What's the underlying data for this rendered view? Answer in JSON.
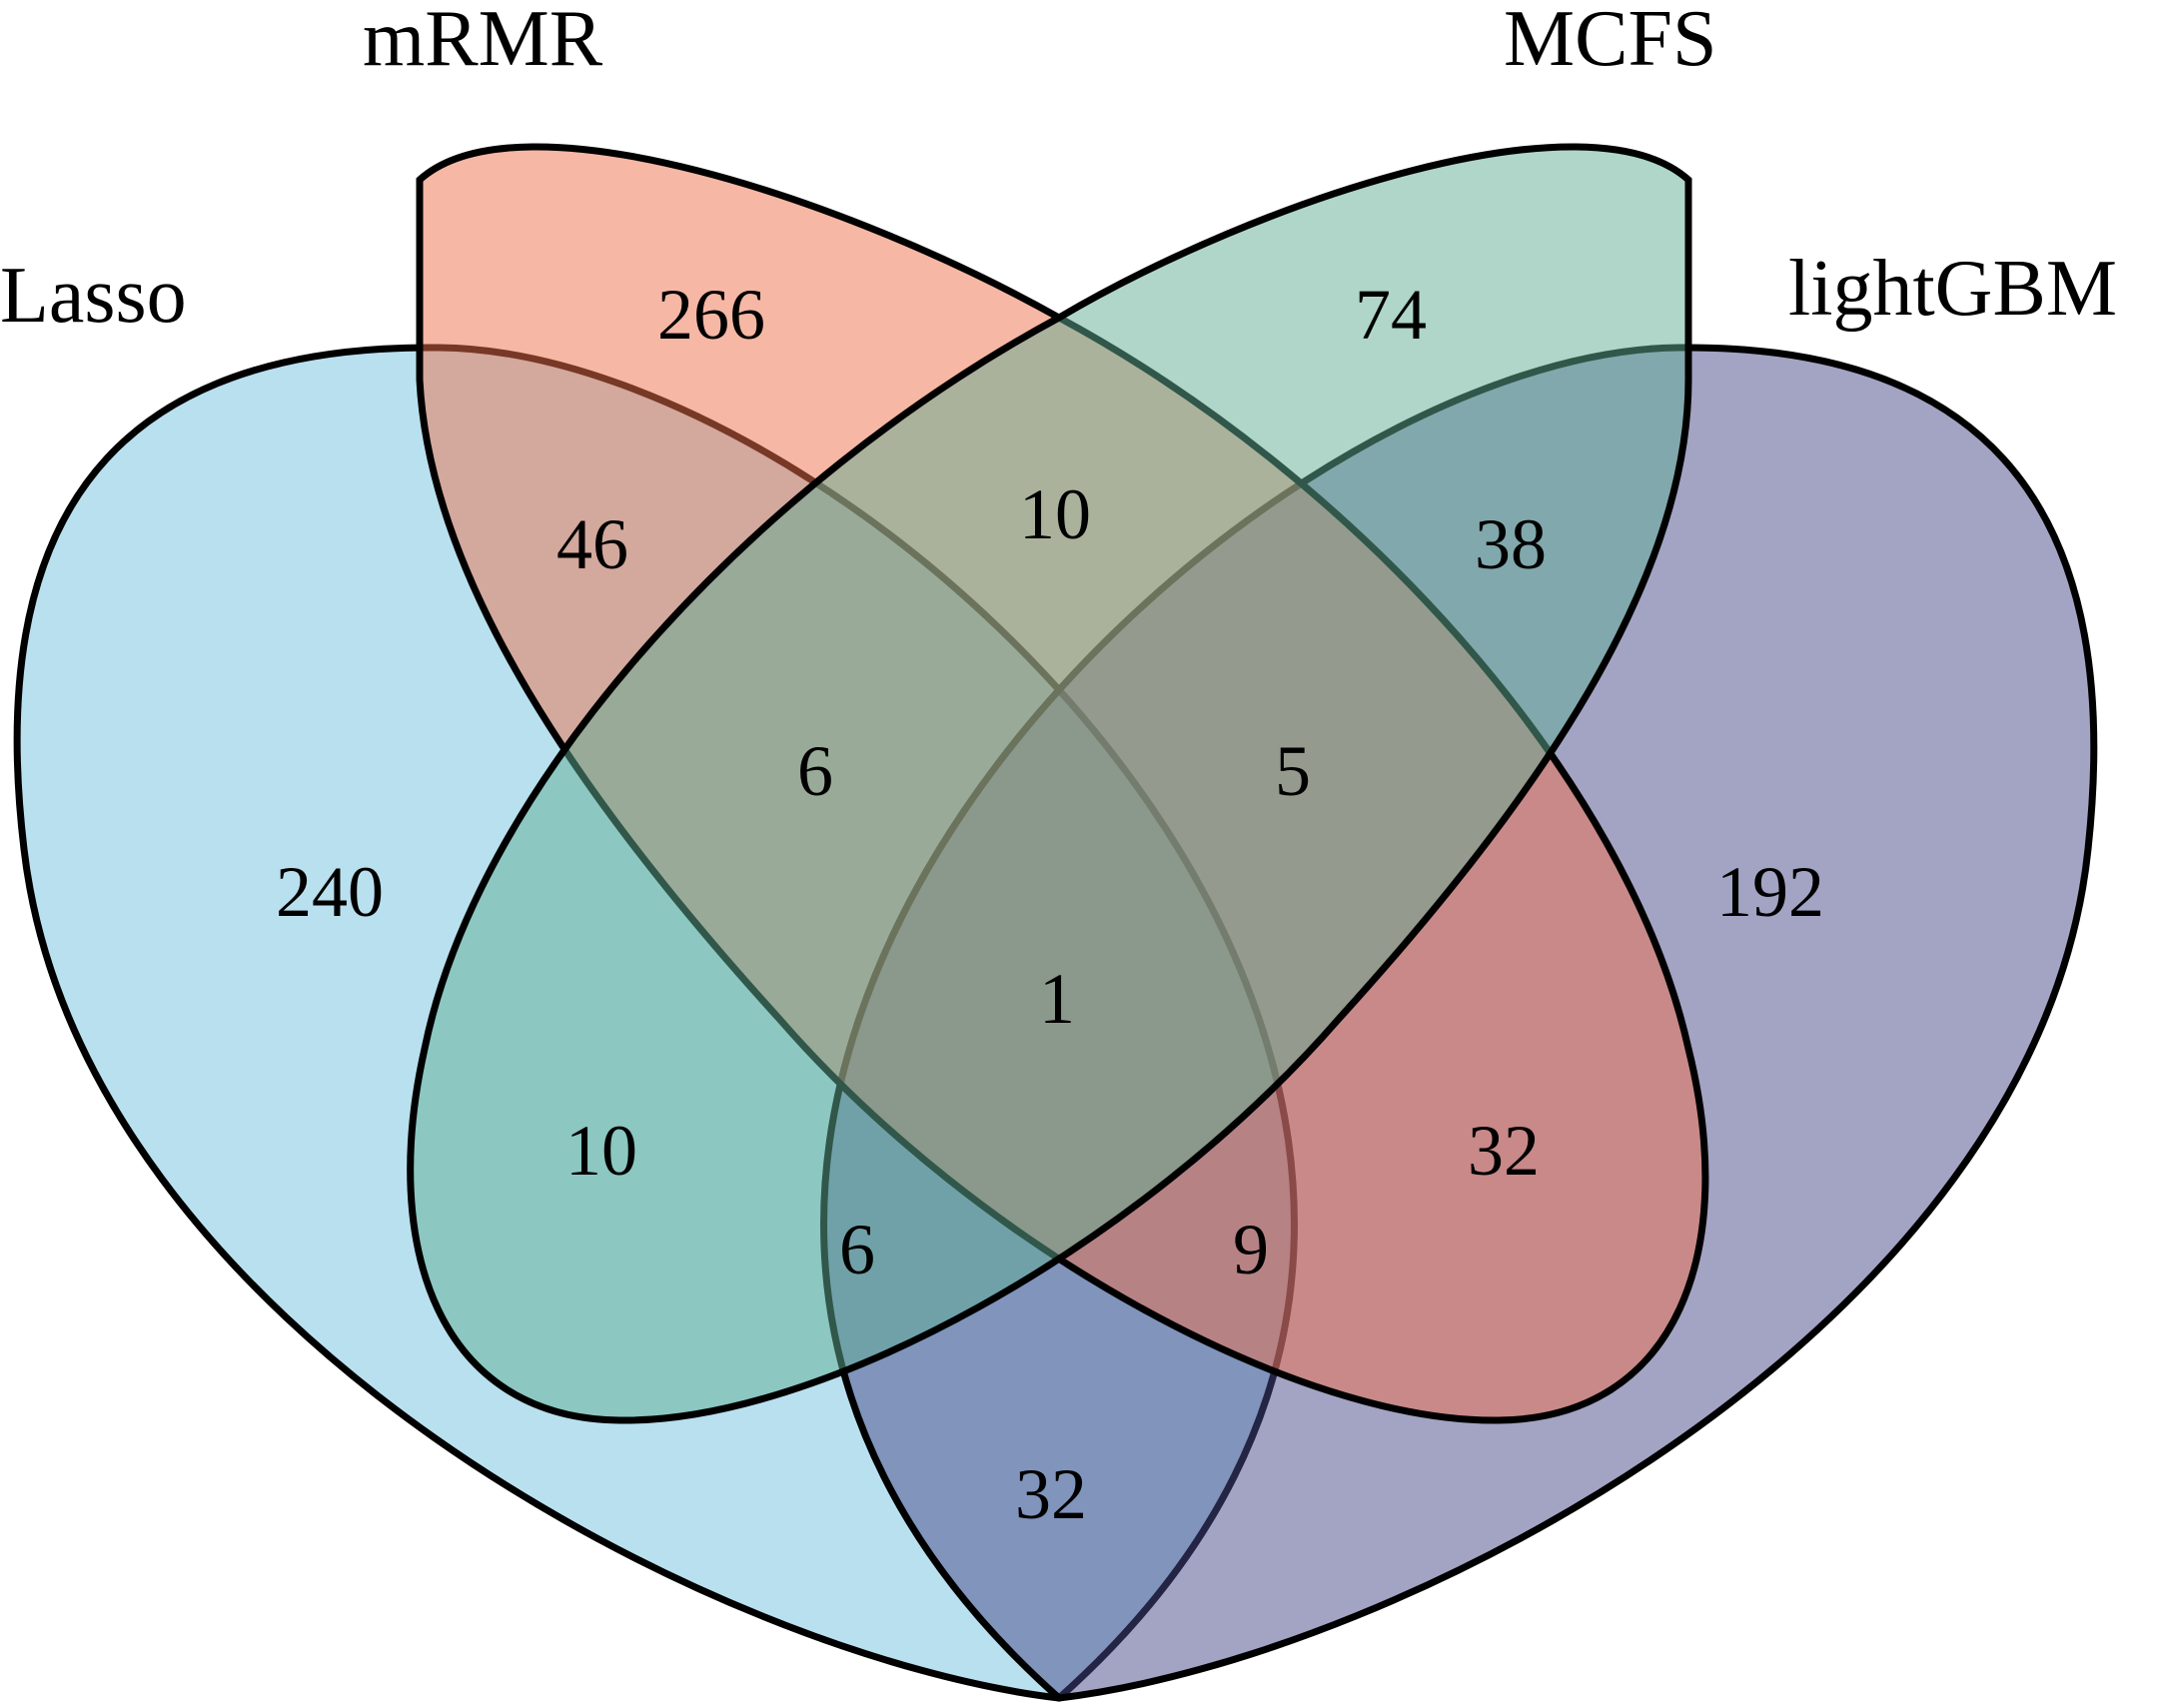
{
  "sets": [
    {
      "id": "lasso",
      "label": "Lasso",
      "color": "#74c2e0"
    },
    {
      "id": "mrmr",
      "label": "mRMR",
      "color": "#ee6f4c"
    },
    {
      "id": "mcfs",
      "label": "MCFS",
      "color": "#5fad94"
    },
    {
      "id": "lightgbm",
      "label": "lightGBM",
      "color": "#47488a"
    }
  ],
  "regions": [
    {
      "id": "mrmr_only",
      "sets": [
        "mrmr"
      ],
      "count": "266"
    },
    {
      "id": "mcfs_only",
      "sets": [
        "mcfs"
      ],
      "count": "74"
    },
    {
      "id": "lasso_only",
      "sets": [
        "lasso"
      ],
      "count": "240"
    },
    {
      "id": "lightgbm_only",
      "sets": [
        "lightgbm"
      ],
      "count": "192"
    },
    {
      "id": "lasso_mrmr",
      "sets": [
        "lasso",
        "mrmr"
      ],
      "count": "46"
    },
    {
      "id": "mrmr_mcfs",
      "sets": [
        "mrmr",
        "mcfs"
      ],
      "count": "10"
    },
    {
      "id": "mcfs_lightgbm",
      "sets": [
        "mcfs",
        "lightgbm"
      ],
      "count": "38"
    },
    {
      "id": "lasso_mrmr_mcfs",
      "sets": [
        "lasso",
        "mrmr",
        "mcfs"
      ],
      "count": "6"
    },
    {
      "id": "mrmr_mcfs_lightgbm",
      "sets": [
        "mrmr",
        "mcfs",
        "lightgbm"
      ],
      "count": "5"
    },
    {
      "id": "lasso_mcfs",
      "sets": [
        "lasso",
        "mcfs"
      ],
      "count": "10"
    },
    {
      "id": "mrmr_lightgbm",
      "sets": [
        "mrmr",
        "lightgbm"
      ],
      "count": "32"
    },
    {
      "id": "all_four",
      "sets": [
        "lasso",
        "mrmr",
        "mcfs",
        "lightgbm"
      ],
      "count": "1"
    },
    {
      "id": "lasso_mcfs_lightgbm",
      "sets": [
        "lasso",
        "mcfs",
        "lightgbm"
      ],
      "count": "6"
    },
    {
      "id": "lasso_mrmr_lightgbm",
      "sets": [
        "lasso",
        "mrmr",
        "lightgbm"
      ],
      "count": "9"
    },
    {
      "id": "lasso_lightgbm",
      "sets": [
        "lasso",
        "lightgbm"
      ],
      "count": "32"
    }
  ]
}
